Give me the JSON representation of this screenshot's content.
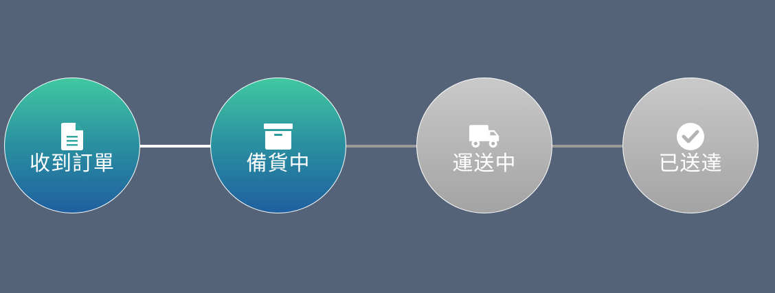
{
  "colors": {
    "background": "#556378",
    "done_gradient_top": "#41c8a0",
    "done_gradient_bottom": "#1f5fa0",
    "pending_gradient_top": "#c9c9c9",
    "pending_gradient_bottom": "#a3a3a3",
    "done_connector": "#ffffff",
    "pending_connector": "#9a9a9a"
  },
  "steps": [
    {
      "label": "收到訂單",
      "icon": "document-icon",
      "status": "done"
    },
    {
      "label": "備貨中",
      "icon": "archive-box-icon",
      "status": "done"
    },
    {
      "label": "運送中",
      "icon": "truck-icon",
      "status": "pending"
    },
    {
      "label": "已送達",
      "icon": "check-circle-icon",
      "status": "pending"
    }
  ]
}
